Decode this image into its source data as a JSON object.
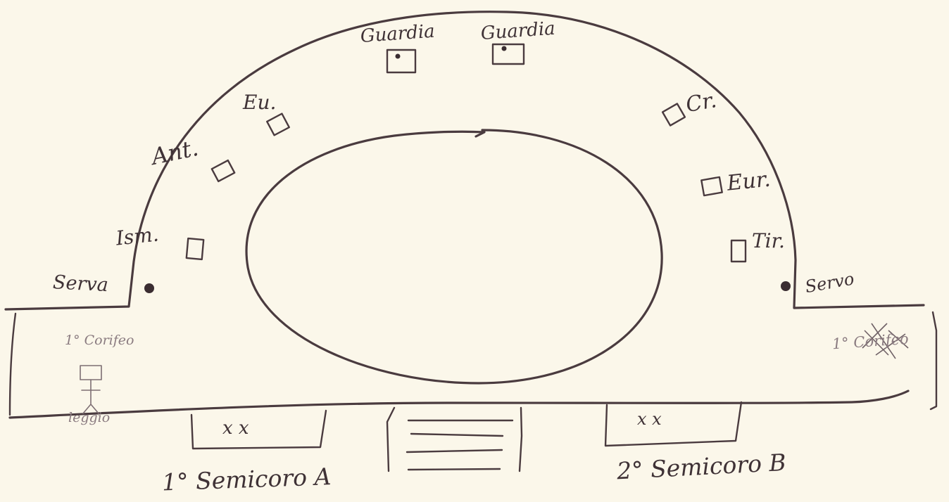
{
  "labels": {
    "guardia_left": "Guardia",
    "guardia_right": "Guardia",
    "eu": "Eu.",
    "ant": "Ant.",
    "ism": "Ism.",
    "cr": "Cr.",
    "eur": "Eur.",
    "tir": "Tir.",
    "serva": "Serva",
    "servo": "Servo",
    "corifeo_left": "1° Corifeo",
    "corifeo_right": "1° Corifeo",
    "leggio": "leggio",
    "semicoro_a": "1° Semicoro A",
    "semicoro_b": "2° Semicoro B",
    "x_marks_a": "x   x",
    "x_marks_b": "x   x"
  },
  "colors": {
    "paper": "#fbf7ea",
    "ink": "#4a3b3f"
  }
}
